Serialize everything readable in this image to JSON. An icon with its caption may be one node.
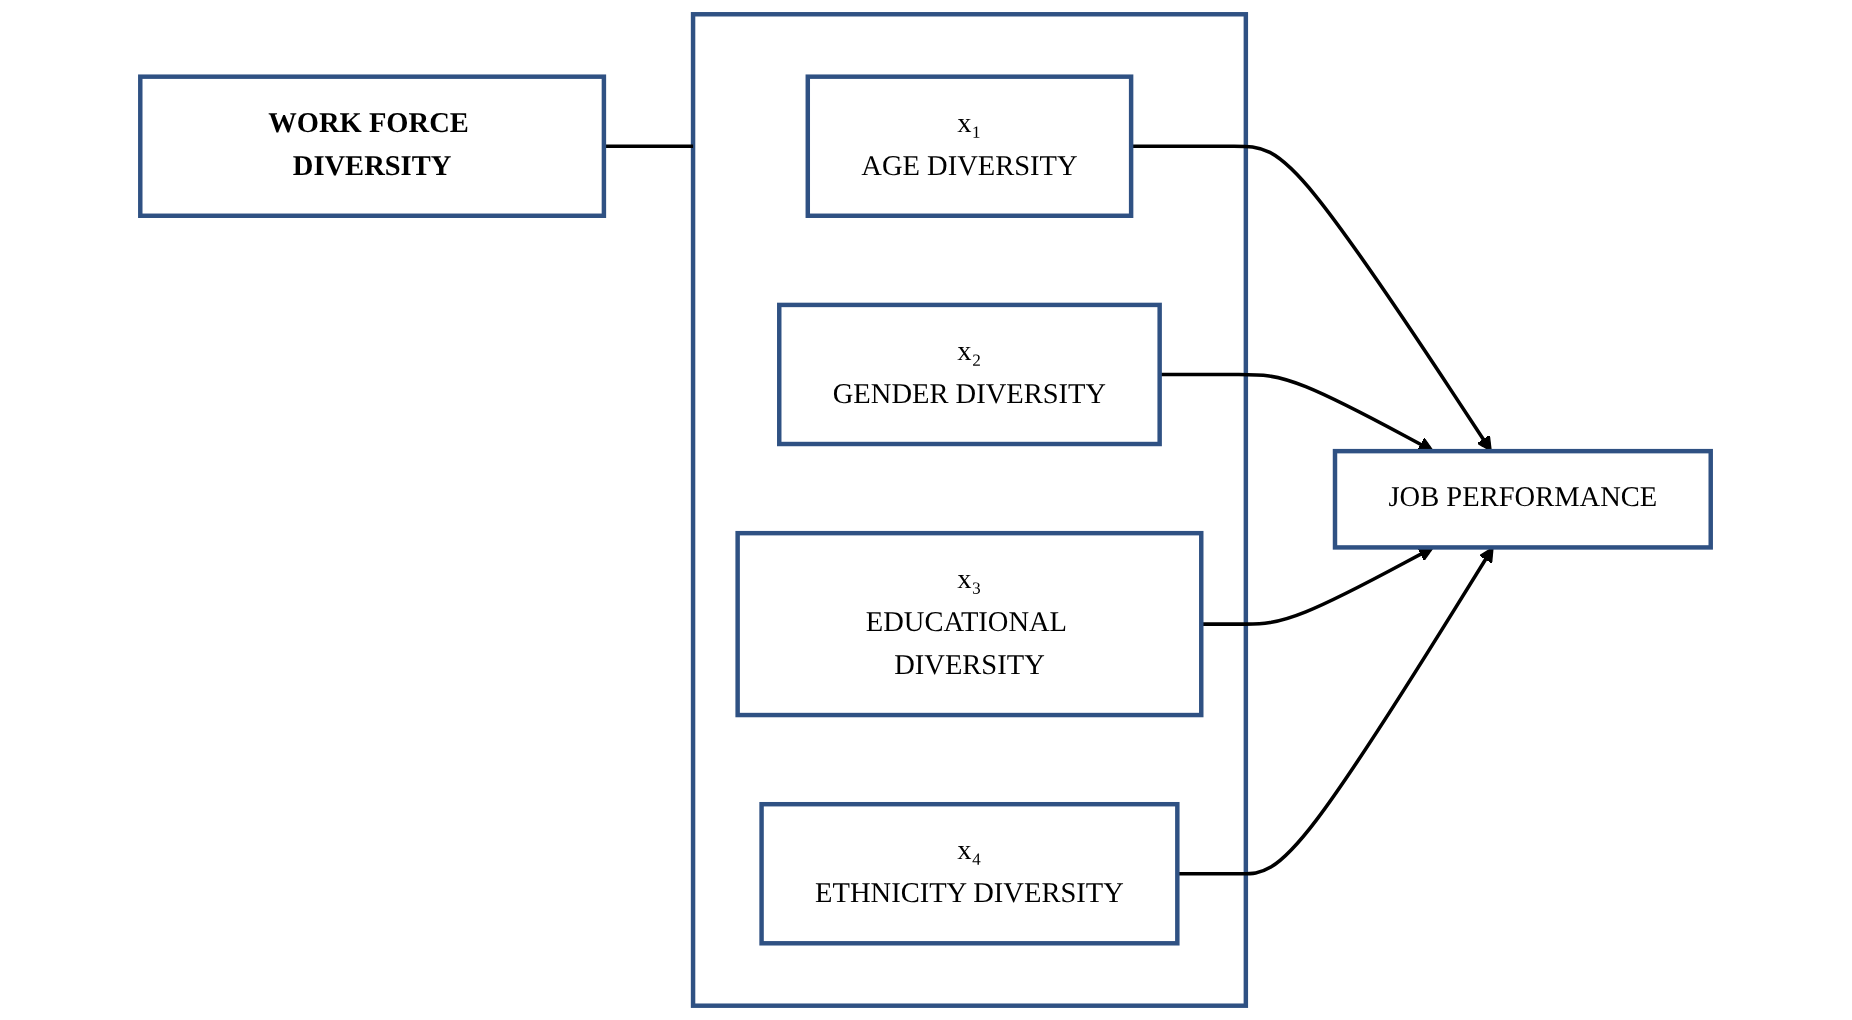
{
  "diagram": {
    "nodes": [
      {
        "text": [
          "WORK FORCE DIVERSITY"
        ]
      },
      {
        "text": [],
        "shape": "box"
      },
      {
        "text": [
          "x₁",
          "AGE DIVERSITY"
        ],
        "in": 1
      },
      {
        "text": [
          "x₂",
          "GENDER DIVERSITY"
        ],
        "in": 1
      },
      {
        "text": [
          "x₃",
          "EDUCATIONAL DIVERSITY"
        ],
        "in": 1
      },
      {
        "text": [
          "x₄",
          "ETHNICITY DIVERSITY"
        ],
        "in": 1
      },
      {
        "text": [
          "JOB PERFORMANCE"
        ]
      }
    ],
    "edges": [
      {
        "from": 0,
        "to": 1,
        "arrow": "none"
      },
      {
        "from": 2,
        "to": 6,
        "arrow": "to"
      },
      {
        "from": 3,
        "to": 6,
        "arrow": "to"
      },
      {
        "from": 4,
        "to": 6,
        "arrow": "to"
      },
      {
        "from": 5,
        "to": 6,
        "arrow": "to"
      }
    ]
  }
}
